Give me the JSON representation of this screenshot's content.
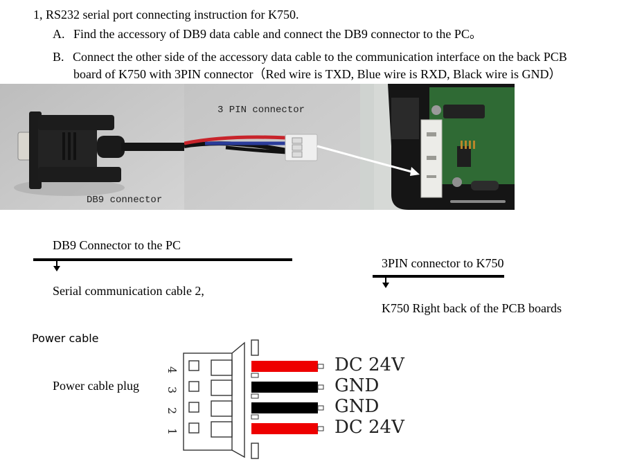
{
  "heading": "1, RS232 serial port connecting instruction for K750.",
  "steps": [
    {
      "marker": "A.",
      "text": "Find the accessory of DB9 data cable and connect the DB9 connector to the PC。"
    },
    {
      "marker": "B.",
      "text": "Connect the other side of the accessory data cable to the communication interface on the back PCB",
      "continuation": "board of K750 with 3PIN connector（Red wire is TXD, Blue wire is RXD, Black wire is GND）"
    }
  ],
  "photo": {
    "labels": {
      "three_pin": "3 PIN connector",
      "db9": "DB9  connector"
    },
    "wire_colors": {
      "red": "#c8242b",
      "blue": "#2a3c9a",
      "black": "#111111"
    }
  },
  "flow": {
    "left": {
      "top_label": "DB9 Connector to the PC",
      "bottom_label": "Serial communication cable 2,"
    },
    "right": {
      "top_label": "3PIN connector to K750",
      "bottom_label": "K750 Right back of the PCB boards"
    }
  },
  "power": {
    "section_title": "Power cable",
    "plug_label": "Power cable plug",
    "pins": [
      {
        "number": "4",
        "wire_color": "#ee0000",
        "label": "DC  24V"
      },
      {
        "number": "3",
        "wire_color": "#000000",
        "label": "GND"
      },
      {
        "number": "2",
        "wire_color": "#000000",
        "label": "GND"
      },
      {
        "number": "1",
        "wire_color": "#ee0000",
        "label": "DC  24V"
      }
    ]
  }
}
